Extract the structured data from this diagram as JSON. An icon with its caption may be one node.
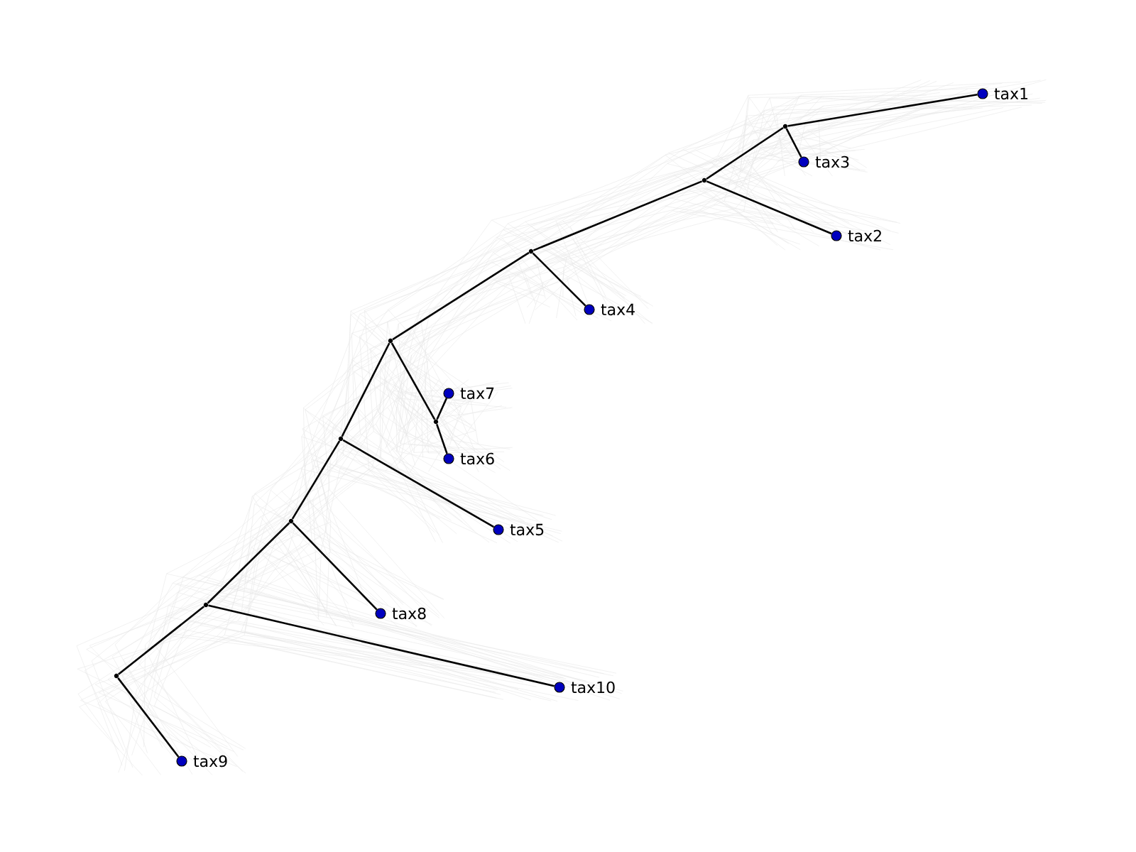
{
  "diagram": {
    "nodes": [
      {
        "text": [
          "tax1"
        ]
      },
      {
        "text": [
          "tax3"
        ]
      },
      {
        "text": [
          "tax2"
        ]
      },
      {
        "text": [
          "tax4"
        ]
      },
      {
        "text": [
          "tax7"
        ]
      },
      {
        "text": [
          "tax6"
        ]
      },
      {
        "text": [
          "tax5"
        ]
      },
      {
        "text": [
          "tax8"
        ]
      },
      {
        "text": [
          "tax10"
        ]
      },
      {
        "text": [
          "tax9"
        ]
      },
      {
        "text": [],
        "shape": "point"
      },
      {
        "text": [],
        "shape": "point"
      },
      {
        "text": [],
        "shape": "point"
      },
      {
        "text": [],
        "shape": "point"
      },
      {
        "text": [],
        "shape": "point"
      },
      {
        "text": [],
        "shape": "point"
      },
      {
        "text": [],
        "shape": "point"
      },
      {
        "text": [],
        "shape": "point"
      },
      {
        "text": [],
        "shape": "point"
      }
    ],
    "edges": [
      {
        "from": 10,
        "to": 0,
        "arrow": "none"
      },
      {
        "from": 10,
        "to": 1,
        "arrow": "none"
      },
      {
        "from": 11,
        "to": 10,
        "arrow": "none"
      },
      {
        "from": 11,
        "to": 2,
        "arrow": "none"
      },
      {
        "from": 12,
        "to": 11,
        "arrow": "none"
      },
      {
        "from": 12,
        "to": 3,
        "arrow": "none"
      },
      {
        "from": 13,
        "to": 12,
        "arrow": "none"
      },
      {
        "from": 13,
        "to": 14,
        "arrow": "none"
      },
      {
        "from": 14,
        "to": 4,
        "arrow": "none"
      },
      {
        "from": 14,
        "to": 5,
        "arrow": "none"
      },
      {
        "from": 15,
        "to": 13,
        "arrow": "none"
      },
      {
        "from": 15,
        "to": 6,
        "arrow": "none"
      },
      {
        "from": 16,
        "to": 15,
        "arrow": "none"
      },
      {
        "from": 16,
        "to": 7,
        "arrow": "none"
      },
      {
        "from": 17,
        "to": 16,
        "arrow": "none"
      },
      {
        "from": 17,
        "to": 8,
        "arrow": "none"
      },
      {
        "from": 18,
        "to": 17,
        "arrow": "none"
      },
      {
        "from": 18,
        "to": 9,
        "arrow": "none"
      }
    ]
  }
}
